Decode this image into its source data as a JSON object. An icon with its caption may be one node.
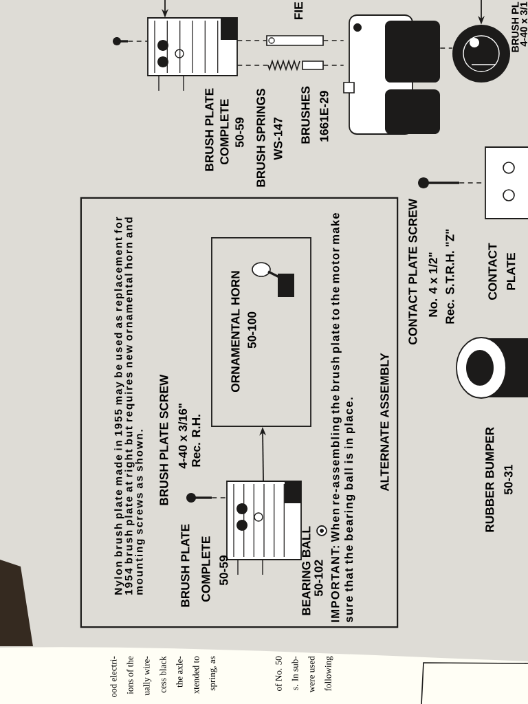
{
  "diagram": {
    "nodes": [
      {
        "text": [
          "Nylon brush plate made in 1955 may be used as replacement for 1954 brush plate at right but requires new ornamental horn and mounting screws as shown.",
          "IMPORTANT: When re-assembling the brush plate to the motor make sure that the bearing ball is in place.",
          "ALTERNATE ASSEMBLY"
        ]
      },
      {
        "text": [
          "ORNAMENTAL HORN",
          "50-100"
        ],
        "in": 0
      },
      {
        "text": [],
        "shape": "picture",
        "in": 0
      },
      {
        "text": [],
        "shape": "picture"
      },
      {
        "text": [],
        "shape": "picture"
      },
      {
        "text": [],
        "shape": "picture"
      },
      {
        "text": [],
        "shape": "picture"
      },
      {
        "text": [],
        "shape": "picture"
      },
      {
        "text": [],
        "shape": "picture"
      },
      {
        "text": [],
        "shape": "picture"
      },
      {
        "text": [],
        "shape": "picture"
      },
      {
        "text": [],
        "shape": "picture",
        "in": 0
      }
    ],
    "edges": [
      {
        "from": 2,
        "to": 1,
        "arrow": "to"
      },
      {
        "from": null,
        "to": 3,
        "arrow": "to"
      },
      {
        "from": null,
        "to": 4,
        "arrow": "to"
      },
      {
        "from": 5,
        "to": 3,
        "arrow": "none",
        "style": "dashed"
      },
      {
        "from": 3,
        "to": 6,
        "arrow": "none",
        "style": "dashed"
      },
      {
        "from": 6,
        "to": 8,
        "arrow": "none",
        "style": "dashed"
      },
      {
        "from": 3,
        "to": 7,
        "arrow": "none",
        "style": "dashed"
      },
      {
        "from": 7,
        "to": 8,
        "arrow": "none",
        "style": "dashed"
      },
      {
        "from": 8,
        "to": 4,
        "arrow": "none",
        "style": "dashed"
      },
      {
        "from": 9,
        "to": 10,
        "arrow": "none",
        "style": "dashed"
      },
      {
        "from": 11,
        "to": 2,
        "arrow": "none",
        "style": "dashed"
      }
    ],
    "labels": [
      "BRUSH PL",
      "4-40 x 3/1",
      "FIE",
      "BRUSH PLATE",
      "COMPLETE",
      "50-59",
      "BRUSH SPRINGS",
      "WS-147",
      "BRUSHES",
      "1661E-29",
      "BRUSH PLATE SCREW",
      "4-40 x 3/16\"",
      "Rec. R.H.",
      "BRUSH PLATE",
      "COMPLETE",
      "50-59",
      "BEARING BALL",
      "50-102",
      "CONTACT PLATE SCREW",
      "No. 4 x 1/2\"",
      "Rec. S.T.R.H. \"Z\"",
      "CONTACT",
      "PLATE",
      "RUBBER BUMPER",
      "50-31",
      "ood electri-",
      "ions of the",
      "ually wire-",
      "cess black",
      "the axle-",
      "xtended to",
      "spring, as",
      "of No. 50",
      "s. In sub-",
      "were used",
      "following"
    ]
  }
}
